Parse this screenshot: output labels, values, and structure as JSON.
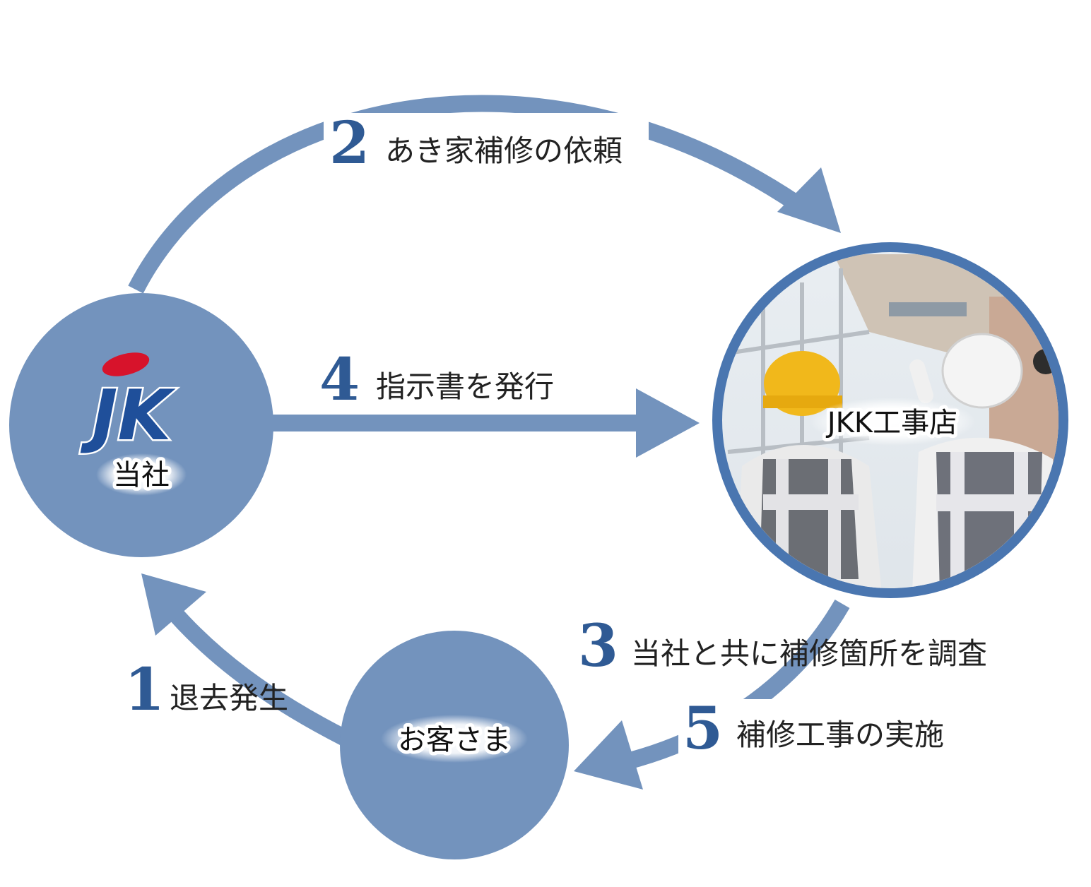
{
  "colors": {
    "node_fill": "#7393bd",
    "arrow": "#7393bd",
    "number": "#2f5a94",
    "photo_ring": "#4a76b0",
    "logo_red": "#d7132b",
    "logo_blue": "#1f4f9a"
  },
  "nodes": {
    "company": {
      "logo_text": "JK",
      "label": "当社",
      "icon": "jkk-logo-icon"
    },
    "contractor": {
      "label": "JKK工事店",
      "icon": "construction-workers-photo"
    },
    "customer": {
      "label": "お客さま"
    }
  },
  "steps": [
    {
      "number": "1",
      "label": "退去発生"
    },
    {
      "number": "2",
      "label": "あき家補修の依頼"
    },
    {
      "number": "3",
      "label": "当社と共に補修箇所を調査"
    },
    {
      "number": "4",
      "label": "指示書を発行"
    },
    {
      "number": "5",
      "label": "補修工事の実施"
    }
  ]
}
